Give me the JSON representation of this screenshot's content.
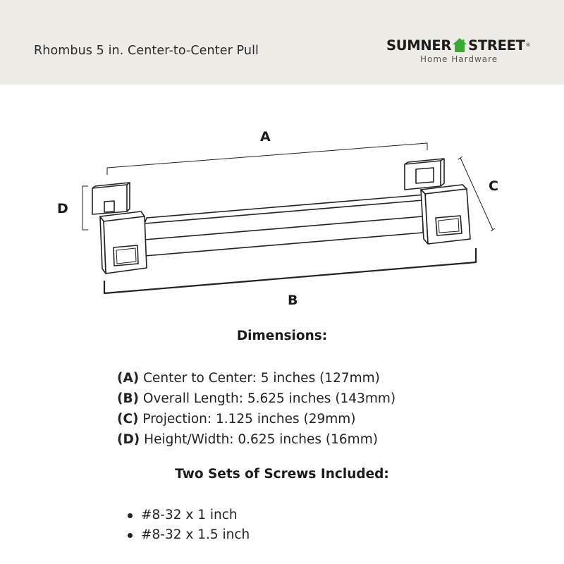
{
  "header": {
    "product_title": "Rhombus 5 in. Center-to-Center Pull",
    "brand_left": "SUMNER",
    "brand_right": "STREET",
    "brand_reg": "®",
    "brand_tagline": "Home Hardware",
    "brand_color": "#3aaa35",
    "background": "#eeece7"
  },
  "diagram": {
    "label_a": "A",
    "label_b": "B",
    "label_c": "C",
    "label_d": "D"
  },
  "dimensions": {
    "heading": "Dimensions:",
    "items": [
      {
        "code": "(A)",
        "text": " Center to Center: 5 inches (127mm)"
      },
      {
        "code": "(B)",
        "text": " Overall Length: 5.625 inches (143mm)"
      },
      {
        "code": "(C)",
        "text": " Projection: 1.125 inches (29mm)"
      },
      {
        "code": "(D)",
        "text": " Height/Width: 0.625 inches (16mm)"
      }
    ]
  },
  "screws": {
    "heading": "Two Sets of Screws Included:",
    "items": [
      "#8-32 x 1 inch",
      "#8-32 x 1.5 inch"
    ]
  }
}
